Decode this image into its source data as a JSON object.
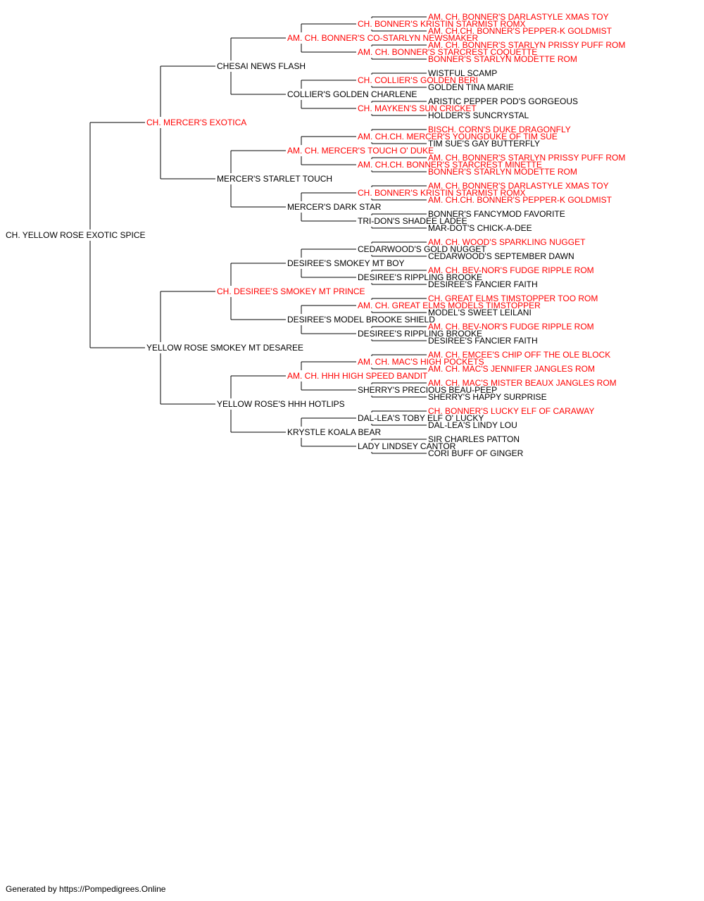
{
  "colors": {
    "champion": "#ff0000",
    "regular": "#000000",
    "line": "#000000"
  },
  "pedigree": {
    "name": "CH. YELLOW ROSE EXOTIC SPICE",
    "champion": false,
    "sire": {
      "name": "CH. MERCER'S EXOTICA",
      "champion": true,
      "sire": {
        "name": "CHESAI NEWS FLASH",
        "champion": false,
        "sire": {
          "name": "AM. CH. BONNER'S CO-STARLYN NEWSMAKER",
          "champion": true,
          "sire": {
            "name": "CH. BONNER'S KRISTIN STARMIST ROMX",
            "champion": true,
            "sire": {
              "name": "AM. CH. BONNER'S DARLASTYLE XMAS TOY",
              "champion": true
            },
            "dam": {
              "name": "AM. CH.CH. BONNER'S PEPPER-K GOLDMIST",
              "champion": true
            }
          },
          "dam": {
            "name": "AM. CH. BONNER'S STARCREST COQUETTE",
            "champion": true,
            "sire": {
              "name": "AM. CH. BONNER'S STARLYN PRISSY PUFF ROM",
              "champion": true
            },
            "dam": {
              "name": "BONNER'S STARLYN MODETTE ROM",
              "champion": true
            }
          }
        },
        "dam": {
          "name": "COLLIER'S GOLDEN CHARLENE",
          "champion": false,
          "sire": {
            "name": "CH. COLLIER'S GOLDEN BERI",
            "champion": true,
            "sire": {
              "name": "WISTFUL SCAMP",
              "champion": false
            },
            "dam": {
              "name": "GOLDEN TINA MARIE",
              "champion": false
            }
          },
          "dam": {
            "name": "CH. MAYKEN'S SUN CRICKET",
            "champion": true,
            "sire": {
              "name": "ARISTIC PEPPER POD'S GORGEOUS",
              "champion": false
            },
            "dam": {
              "name": "HOLDER'S SUNCRYSTAL",
              "champion": false
            }
          }
        }
      },
      "dam": {
        "name": "MERCER'S STARLET TOUCH",
        "champion": false,
        "sire": {
          "name": "AM. CH. MERCER'S TOUCH O' DUKE",
          "champion": true,
          "sire": {
            "name": "AM. CH.CH. MERCER'S YOUNGDUKE OF TIM SUE",
            "champion": true,
            "sire": {
              "name": "BISCH. CORN'S DUKE DRAGONFLY",
              "champion": true
            },
            "dam": {
              "name": "TIM SUE'S GAY BUTTERFLY",
              "champion": false
            }
          },
          "dam": {
            "name": "AM. CH.CH. BONNER'S STARCREST MINETTE",
            "champion": true,
            "sire": {
              "name": "AM. CH. BONNER'S STARLYN PRISSY PUFF ROM",
              "champion": true
            },
            "dam": {
              "name": "BONNER'S STARLYN MODETTE ROM",
              "champion": true
            }
          }
        },
        "dam": {
          "name": "MERCER'S DARK STAR",
          "champion": false,
          "sire": {
            "name": "CH. BONNER'S KRISTIN STARMIST ROMX",
            "champion": true,
            "sire": {
              "name": "AM. CH. BONNER'S DARLASTYLE XMAS TOY",
              "champion": true
            },
            "dam": {
              "name": "AM. CH.CH. BONNER'S PEPPER-K GOLDMIST",
              "champion": true
            }
          },
          "dam": {
            "name": "TRI-DON'S SHADEE LADEE",
            "champion": false,
            "sire": {
              "name": "BONNER'S FANCYMOD FAVORITE",
              "champion": false
            },
            "dam": {
              "name": "MAR-DOT'S CHICK-A-DEE",
              "champion": false
            }
          }
        }
      }
    },
    "dam": {
      "name": "YELLOW ROSE SMOKEY MT DESAREE",
      "champion": false,
      "sire": {
        "name": "CH. DESIREE'S SMOKEY MT PRINCE",
        "champion": true,
        "sire": {
          "name": "DESIREE'S SMOKEY MT BOY",
          "champion": false,
          "sire": {
            "name": "CEDARWOOD'S GOLD NUGGET",
            "champion": false,
            "sire": {
              "name": "AM. CH. WOOD'S SPARKLING NUGGET",
              "champion": true
            },
            "dam": {
              "name": "CEDARWOOD'S SEPTEMBER DAWN",
              "champion": false
            }
          },
          "dam": {
            "name": "DESIREE'S RIPPLING BROOKE",
            "champion": false,
            "sire": {
              "name": "AM. CH. BEV-NOR'S FUDGE RIPPLE ROM",
              "champion": true
            },
            "dam": {
              "name": "DESIREE'S FANCIER FAITH",
              "champion": false
            }
          }
        },
        "dam": {
          "name": "DESIREE'S MODEL BROOKE SHIELD",
          "champion": false,
          "sire": {
            "name": "AM. CH. GREAT ELMS MODELS TIMSTOPPER",
            "champion": true,
            "sire": {
              "name": "CH. GREAT ELMS TIMSTOPPER TOO ROM",
              "champion": true
            },
            "dam": {
              "name": "MODEL'S SWEET LEILANI",
              "champion": false
            }
          },
          "dam": {
            "name": "DESIREE'S RIPPLING BROOKE",
            "champion": false,
            "sire": {
              "name": "AM. CH. BEV-NOR'S FUDGE RIPPLE ROM",
              "champion": true
            },
            "dam": {
              "name": "DESIREE'S FANCIER FAITH",
              "champion": false
            }
          }
        }
      },
      "dam": {
        "name": "YELLOW ROSE'S HHH HOTLIPS",
        "champion": false,
        "sire": {
          "name": "AM. CH. HHH HIGH SPEED BANDIT",
          "champion": true,
          "sire": {
            "name": "AM. CH. MAC'S HIGH POCKETS",
            "champion": true,
            "sire": {
              "name": "AM. CH. EMCEE'S CHIP OFF THE OLE BLOCK",
              "champion": true
            },
            "dam": {
              "name": "AM. CH. MAC'S JENNIFER JANGLES ROM",
              "champion": true
            }
          },
          "dam": {
            "name": "SHERRY'S PRECIOUS BEAU-PEEP",
            "champion": false,
            "sire": {
              "name": "AM. CH. MAC'S MISTER BEAUX JANGLES ROM",
              "champion": true
            },
            "dam": {
              "name": "SHERRY'S HAPPY SURPRISE",
              "champion": false
            }
          }
        },
        "dam": {
          "name": "KRYSTLE KOALA BEAR",
          "champion": false,
          "sire": {
            "name": "DAL-LEA'S TOBY ELF O' LUCKY",
            "champion": false,
            "sire": {
              "name": "CH. BONNER'S LUCKY ELF OF CARAWAY",
              "champion": true
            },
            "dam": {
              "name": "DAL-LEA'S LINDY LOU",
              "champion": false
            }
          },
          "dam": {
            "name": "LADY LINDSEY CANTOR",
            "champion": false,
            "sire": {
              "name": "SIR CHARLES PATTON",
              "champion": false
            },
            "dam": {
              "name": "CORI BUFF OF GINGER",
              "champion": false
            }
          }
        }
      }
    }
  },
  "footer": "Generated by https://Pompedigrees.Online"
}
